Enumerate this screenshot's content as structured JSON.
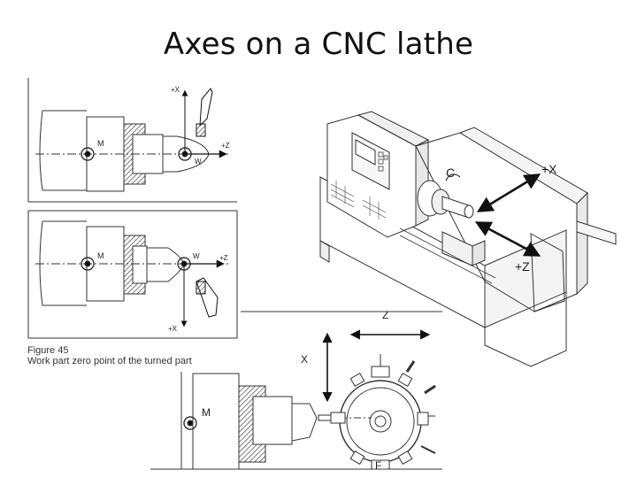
{
  "slide": {
    "title": "Axes on a CNC lathe"
  },
  "panel_top": {
    "plus_x": "+X",
    "plus_z": "+Z",
    "machine_zero": "M",
    "workpiece_zero": "W"
  },
  "panel_mid": {
    "plus_x": "+X",
    "plus_z": "+Z",
    "machine_zero": "M",
    "workpiece_zero": "W"
  },
  "figure": {
    "number": "Figure 45",
    "caption": "Work part zero point of the turned part"
  },
  "machine": {
    "c_axis": "C",
    "plus_x": "+X",
    "plus_z": "+Z"
  },
  "turret_panel": {
    "z_axis": "Z",
    "x_axis": "X",
    "machine_zero": "M",
    "turret_ref": "F"
  }
}
